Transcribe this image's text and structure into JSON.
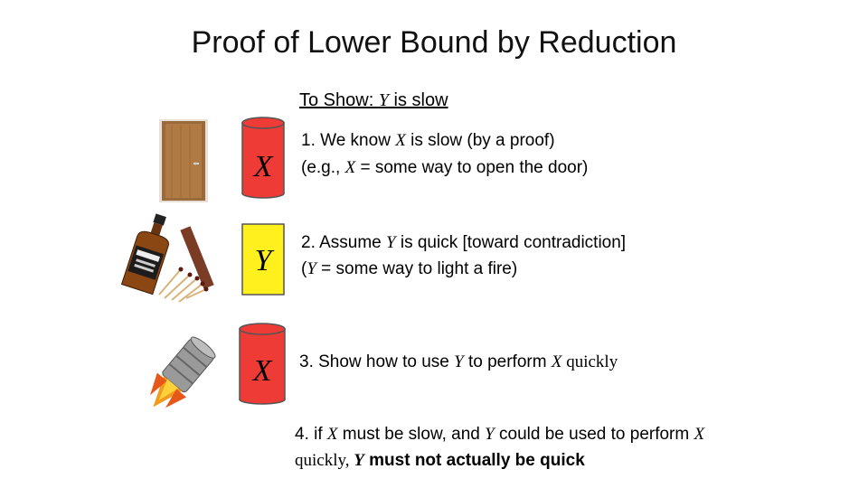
{
  "title": "Proof of Lower Bound by Reduction",
  "heading": {
    "prefix": "To Show: ",
    "var": "Y",
    "suffix": " is slow"
  },
  "steps": [
    {
      "line1": {
        "a": "1. We know ",
        "var": "X",
        "b": " is slow (by a proof)"
      },
      "line2": {
        "a": "(e.g., ",
        "var": "X",
        "b": " = some way to open the door)"
      }
    },
    {
      "line1": {
        "a": "2. Assume ",
        "var": "Y",
        "b": " is quick [toward contradiction]"
      },
      "line2": {
        "a": "(",
        "var": "Y",
        "b": " = some way to light a fire)"
      }
    },
    {
      "line1": {
        "a": "3. Show how to use ",
        "var1": "Y",
        "b": " to perform ",
        "var2": "X",
        "c": " quickly"
      }
    },
    {
      "line1": {
        "a": "4. if ",
        "var1": "X",
        "b": " must be slow, and ",
        "var2": "Y",
        "c": " could be used to perform ",
        "var3": "X"
      },
      "line2": {
        "a": "quickly, ",
        "var": "Y",
        "b": " must not actually be quick"
      }
    }
  ],
  "cylinders": [
    {
      "label": "X",
      "color": "#ef3b36"
    },
    {
      "label": "Y",
      "color": "#fff01e"
    },
    {
      "label": "X",
      "color": "#ef3b36"
    }
  ],
  "images": {
    "door": "door-image",
    "whiskey": "whiskey-bottle-image",
    "matches": "matches-image",
    "rocket": "rocket-image"
  }
}
